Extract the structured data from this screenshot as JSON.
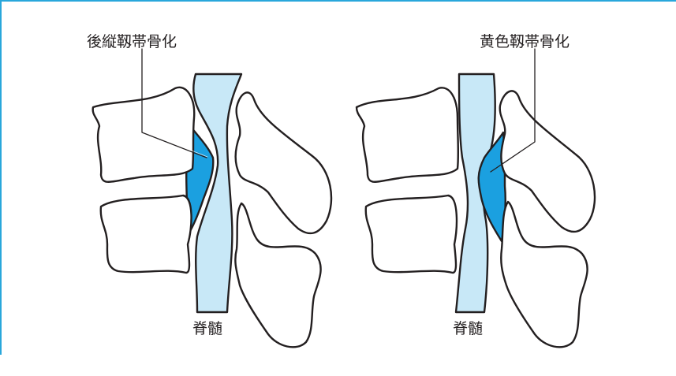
{
  "colors": {
    "frame": "#29a7db",
    "cord": "#c8e8f7",
    "ligament": "#1ba0e0",
    "outline": "#231f20"
  },
  "left_panel": {
    "ligament_label": "後縦靱帯骨化",
    "cord_label": "脊髄"
  },
  "right_panel": {
    "ligament_label": "黄色靱帯骨化",
    "cord_label": "脊髄"
  }
}
